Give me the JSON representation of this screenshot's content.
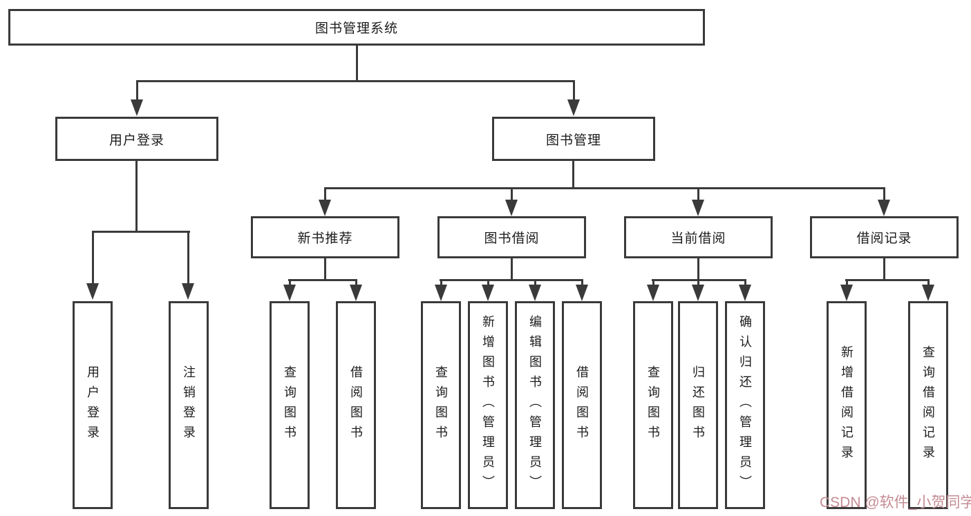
{
  "tree": {
    "root": "图书管理系统",
    "login": {
      "label": "用户登录",
      "leaves": [
        "用户登录",
        "注销登录"
      ]
    },
    "management": {
      "label": "图书管理",
      "modules": [
        {
          "label": "新书推荐",
          "leaves": [
            "查询图书",
            "借阅图书"
          ]
        },
        {
          "label": "图书借阅",
          "leaves": [
            "查询图书",
            "新增图书（管理员）",
            "编辑图书（管理员）",
            "借阅图书"
          ]
        },
        {
          "label": "当前借阅",
          "leaves": [
            "查询图书",
            "归还图书",
            "确认归还（管理员）"
          ]
        },
        {
          "label": "借阅记录",
          "leaves": [
            "新增借阅记录",
            "查询借阅记录"
          ]
        }
      ]
    }
  },
  "watermark": {
    "text": "CSDN @软件_小贺同学"
  },
  "colors": {
    "line": "#3a3a3a",
    "box_border": "#3a3a3a",
    "text": "#1c1c1c",
    "background": "#ffffff",
    "watermark": "#c48b94"
  }
}
